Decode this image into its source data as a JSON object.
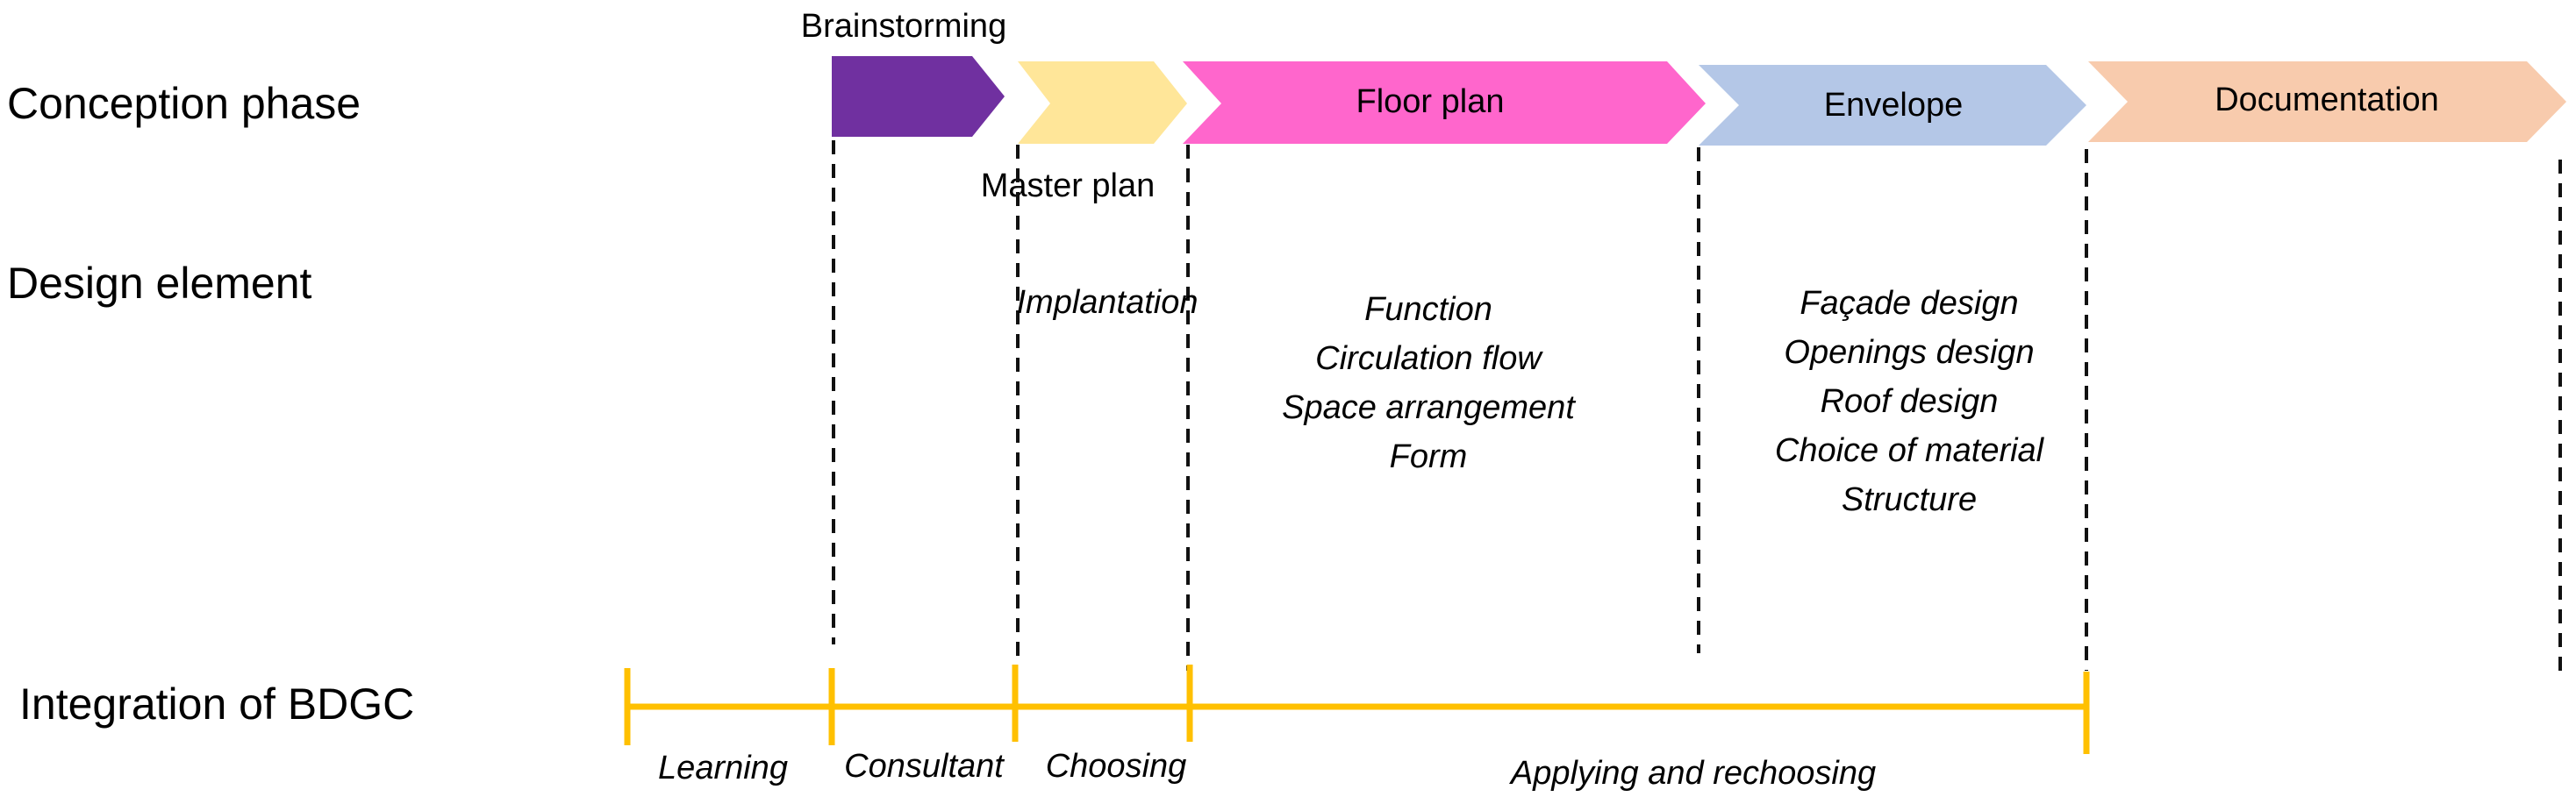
{
  "row_labels": {
    "conception": "Conception phase",
    "design": "Design element",
    "integration": "Integration of BDGC"
  },
  "phases": {
    "brainstorming": {
      "label": "Brainstorming",
      "color": "#7030a0"
    },
    "master_plan": {
      "label": "Master plan",
      "color": "#ffe699"
    },
    "floor_plan": {
      "label": "Floor plan",
      "color": "#ff66cc"
    },
    "envelope": {
      "label": "Envelope",
      "color": "#b4c7e7"
    },
    "documentation": {
      "label": "Documentation",
      "color": "#f8cbad"
    }
  },
  "design_elements": {
    "master_plan": [
      "Implantation"
    ],
    "floor_plan": [
      "Function",
      "Circulation flow",
      "Space arrangement",
      "Form"
    ],
    "envelope": [
      "Façade design",
      "Openings design",
      "Roof design",
      "Choice of material",
      "Structure"
    ]
  },
  "integration": {
    "line_color": "#ffc000",
    "stages": [
      "Learning",
      "Consultant",
      "Choosing",
      "Applying and rechoosing"
    ]
  }
}
